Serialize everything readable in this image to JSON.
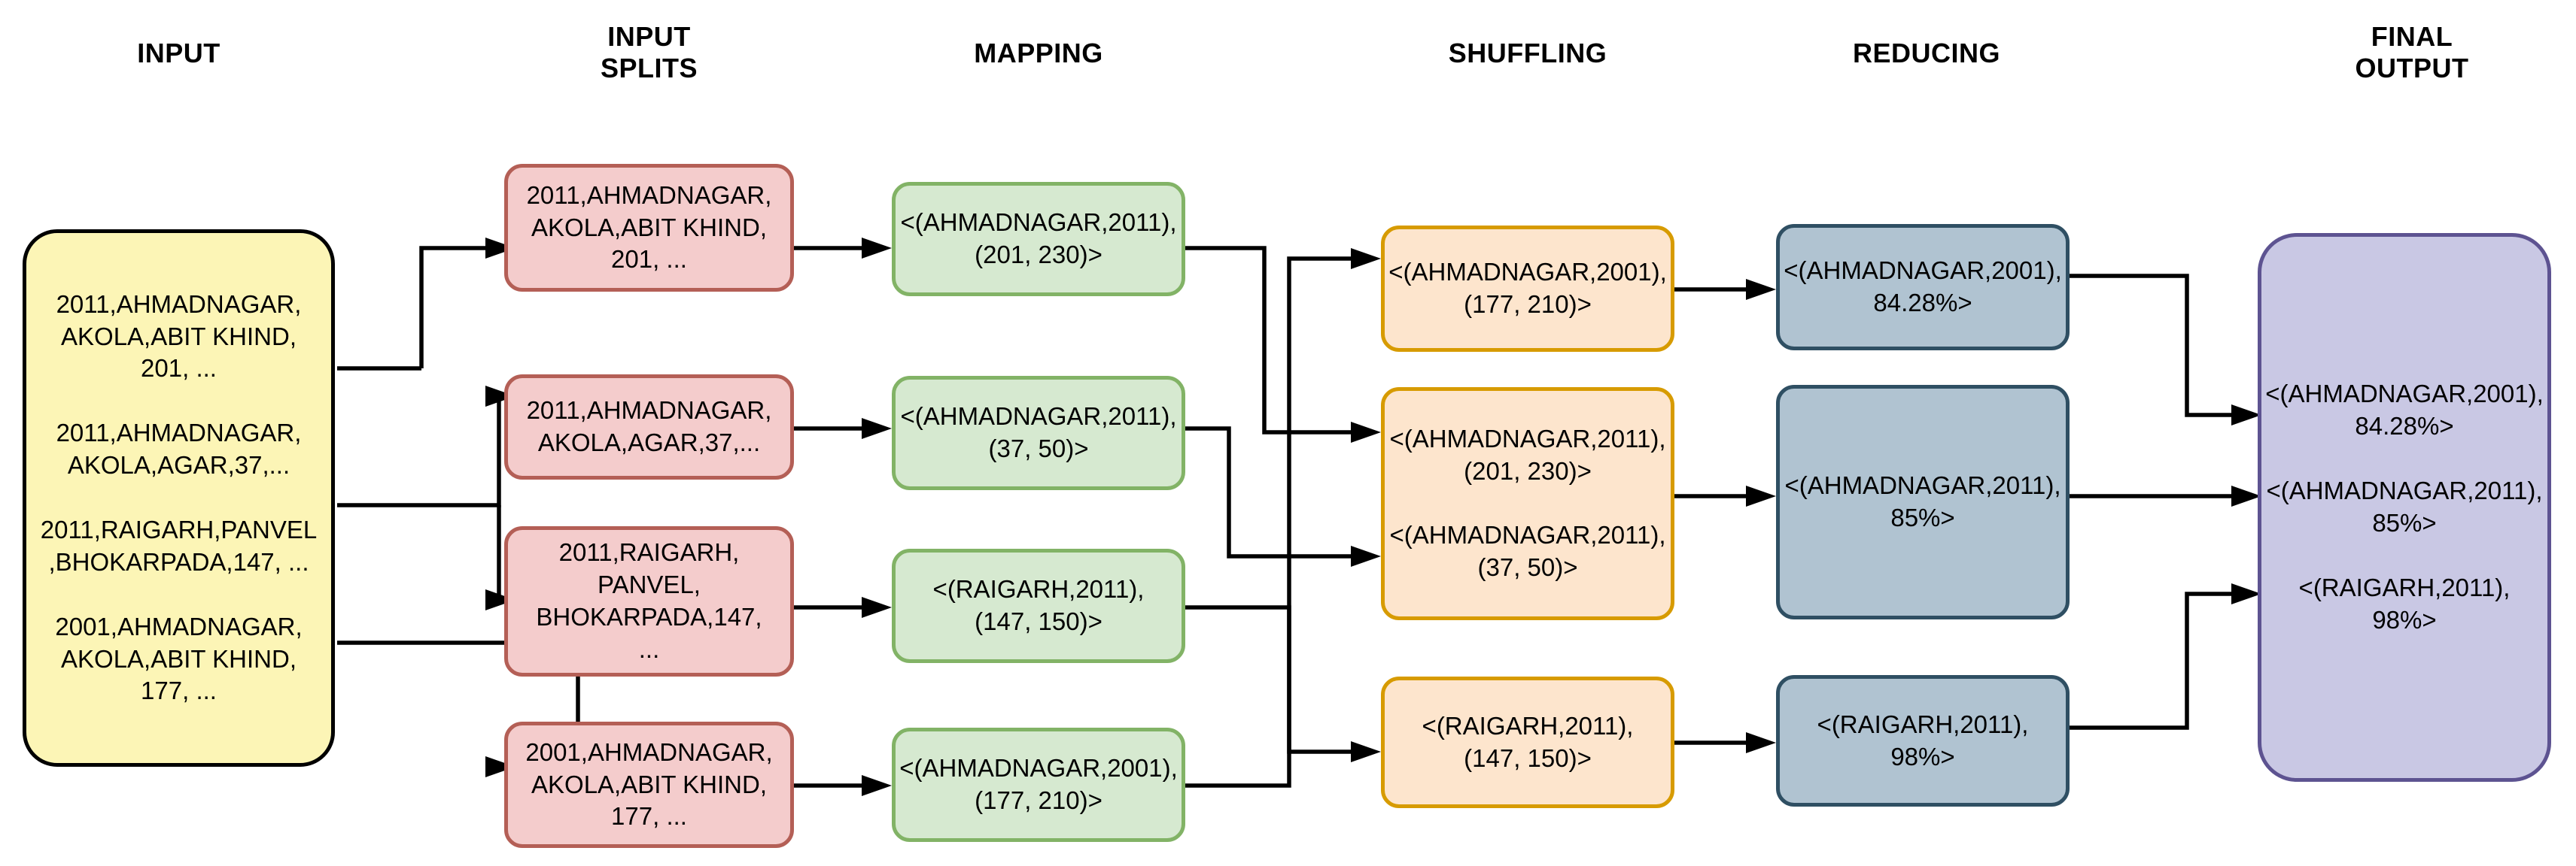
{
  "diagram": {
    "title_type": "mapreduce-flow",
    "headers": [
      {
        "id": "input",
        "label": "INPUT"
      },
      {
        "id": "input-splits",
        "label": "INPUT\nSPLITS"
      },
      {
        "id": "mapping",
        "label": "MAPPING"
      },
      {
        "id": "shuffling",
        "label": "SHUFFLING"
      },
      {
        "id": "reducing",
        "label": "REDUCING"
      },
      {
        "id": "final-output",
        "label": "FINAL\nOUTPUT"
      }
    ],
    "colors": {
      "input_fill": "#fcf5b6",
      "input_stroke": "#000000",
      "split_fill": "#f4cccc",
      "split_stroke": "#b45f56",
      "mapping_fill": "#d6e9d0",
      "mapping_stroke": "#82b366",
      "shuffling_fill": "#fde5cd",
      "shuffling_stroke": "#d79b00",
      "reducing_fill": "#b0c3d1",
      "reducing_stroke": "#2f4f63",
      "final_fill": "#c9c8e4",
      "final_stroke": "#5d5391",
      "connector": "#000000"
    },
    "input": {
      "text": "2011,AHMADNAGAR,\nAKOLA,ABIT KHIND,\n201, ...\n\n2011,AHMADNAGAR,\nAKOLA,AGAR,37,...\n\n2011,RAIGARH,PANVEL\n,BHOKARPADA,147, ...\n\n2001,AHMADNAGAR,\nAKOLA,ABIT KHIND,\n177, ..."
    },
    "input_splits": [
      {
        "text": "2011,AHMADNAGAR,\nAKOLA,ABIT KHIND,\n201, ..."
      },
      {
        "text": "2011,AHMADNAGAR,\nAKOLA,AGAR,37,..."
      },
      {
        "text": "2011,RAIGARH,\nPANVEL,\nBHOKARPADA,147,\n..."
      },
      {
        "text": "2001,AHMADNAGAR,\nAKOLA,ABIT KHIND,\n177, ..."
      }
    ],
    "mapping": [
      {
        "text": "<(AHMADNAGAR,2011),\n(201, 230)>"
      },
      {
        "text": "<(AHMADNAGAR,2011),\n(37, 50)>"
      },
      {
        "text": "<(RAIGARH,2011),\n(147, 150)>"
      },
      {
        "text": "<(AHMADNAGAR,2001),\n(177, 210)>"
      }
    ],
    "shuffling": [
      {
        "text": "<(AHMADNAGAR,2001),\n(177, 210)>"
      },
      {
        "text": "<(AHMADNAGAR,2011),\n(201, 230)>\n\n<(AHMADNAGAR,2011),\n(37, 50)>"
      },
      {
        "text": "<(RAIGARH,2011),\n(147, 150)>"
      }
    ],
    "reducing": [
      {
        "text": "<(AHMADNAGAR,2001),\n84.28%>"
      },
      {
        "text": "<(AHMADNAGAR,2011),\n85%>"
      },
      {
        "text": "<(RAIGARH,2011),\n98%>"
      }
    ],
    "final_output": {
      "text": "<(AHMADNAGAR,2001),\n84.28%>\n\n<(AHMADNAGAR,2011),\n85%>\n\n<(RAIGARH,2011),\n98%>"
    }
  }
}
